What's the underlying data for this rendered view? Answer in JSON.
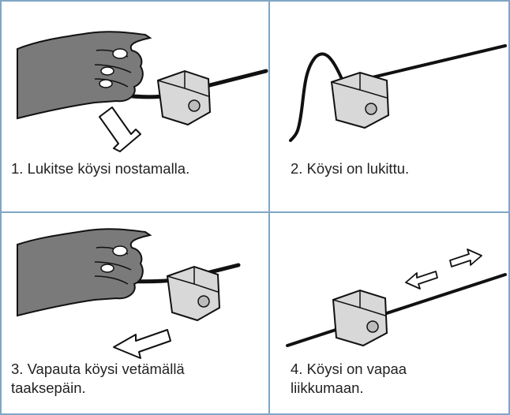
{
  "colors": {
    "grid_border": "#7fa7c6",
    "background": "#ffffff",
    "text": "#222222"
  },
  "steps": [
    {
      "caption": "1. Lukitse köysi nostamalla.",
      "icons": [
        "hand-icon",
        "rope-clamp-icon",
        "arrow-up-icon"
      ]
    },
    {
      "caption": "2. Köysi on lukittu.",
      "icons": [
        "rope-clamp-icon",
        "rope-loop-icon"
      ]
    },
    {
      "caption": "3. Vapauta köysi vetämällä taaksepäin.",
      "caption_lines": [
        "3. Vapauta köysi vetämällä",
        "taaksepäin."
      ],
      "icons": [
        "hand-icon",
        "rope-clamp-icon",
        "arrow-left-icon"
      ]
    },
    {
      "caption": "4. Köysi on vapaa liikkumaan.",
      "caption_lines": [
        "4. Köysi on vapaa",
        "liikkumaan."
      ],
      "icons": [
        "rope-clamp-icon",
        "double-arrow-icon"
      ]
    }
  ]
}
